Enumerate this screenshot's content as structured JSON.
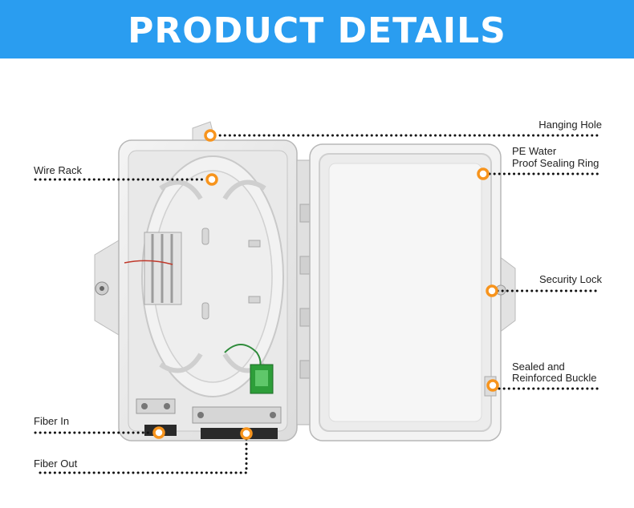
{
  "banner": {
    "title": "PRODUCT DETAILS",
    "color": "#2a9df0"
  },
  "marker_color": "#f7941d",
  "callouts": {
    "hanging_hole": "Hanging Hole",
    "pe_water_line1": "PE Water",
    "pe_water_line2": "Proof Sealing Ring",
    "wire_rack": "Wire Rack",
    "security_lock": "Security Lock",
    "sealed_line1": "Sealed and",
    "sealed_line2": "Reinforced Buckle",
    "fiber_in": "Fiber In",
    "fiber_out": "Fiber Out"
  }
}
